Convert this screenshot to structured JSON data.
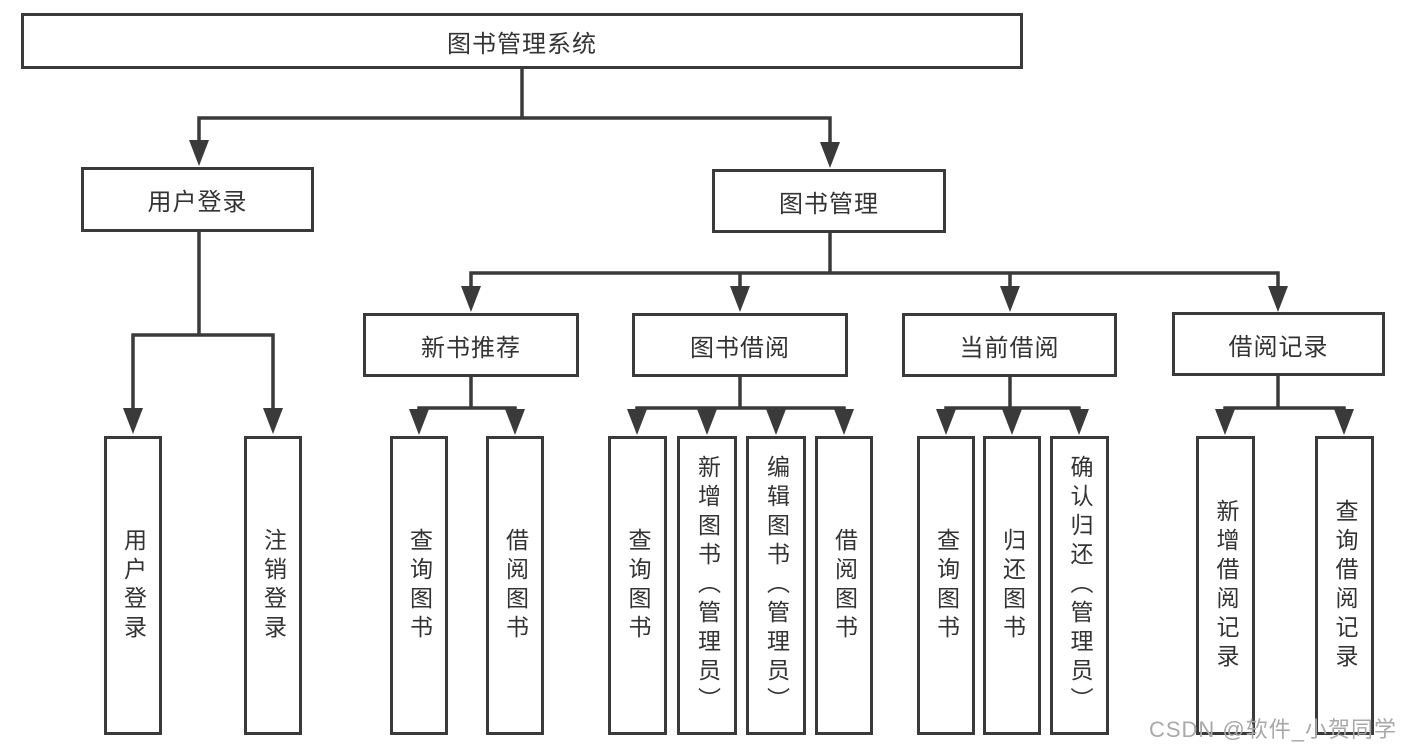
{
  "diagram": {
    "root": {
      "label": "图书管理系统"
    },
    "branches": [
      {
        "label": "用户登录",
        "children": [
          "用户登录",
          "注销登录"
        ]
      },
      {
        "label": "图书管理",
        "groups": [
          {
            "label": "新书推荐",
            "children": [
              "查询图书",
              "借阅图书"
            ]
          },
          {
            "label": "图书借阅",
            "children": [
              "查询图书",
              "新增图书（管理员）",
              "编辑图书（管理员）",
              "借阅图书"
            ]
          },
          {
            "label": "当前借阅",
            "children": [
              "查询图书",
              "归还图书",
              "确认归还（管理员）"
            ]
          },
          {
            "label": "借阅记录",
            "children": [
              "新增借阅记录",
              "查询借阅记录"
            ]
          }
        ]
      }
    ],
    "colors": {
      "line": "#3a3a3a",
      "text": "#333333",
      "background": "#ffffff",
      "watermark": "#a8a8a8"
    }
  },
  "watermark": {
    "text": "CSDN @软件_小贺同学"
  }
}
